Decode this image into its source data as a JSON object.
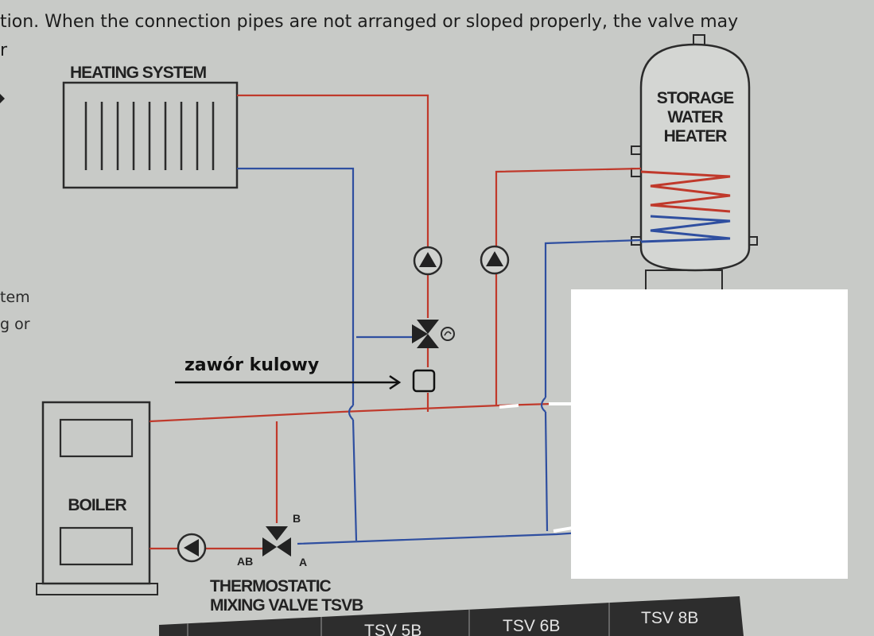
{
  "header_text": "tion. When the connection pipes are not arranged or sloped properly, the valve may",
  "header_fragment": "r",
  "side_text": [
    "tem",
    "g or"
  ],
  "labels": {
    "heating_system": "HEATING SYSTEM",
    "storage": [
      "STORAGE",
      "WATER",
      "HEATER"
    ],
    "boiler": "BOILER",
    "valve_title": [
      "THERMOSTATIC",
      "MIXING VALVE TSVB"
    ],
    "port_b": "B",
    "port_ab": "AB",
    "port_a": "A"
  },
  "annotation": {
    "text": "zawór kulowy"
  },
  "table_headers": [
    "TSV 5B",
    "TSV 6B",
    "TSV 8B"
  ],
  "colors": {
    "supply": "#c0392b",
    "return": "#2f4fa0",
    "annotation": "#111111",
    "mask": "#ffffff"
  }
}
